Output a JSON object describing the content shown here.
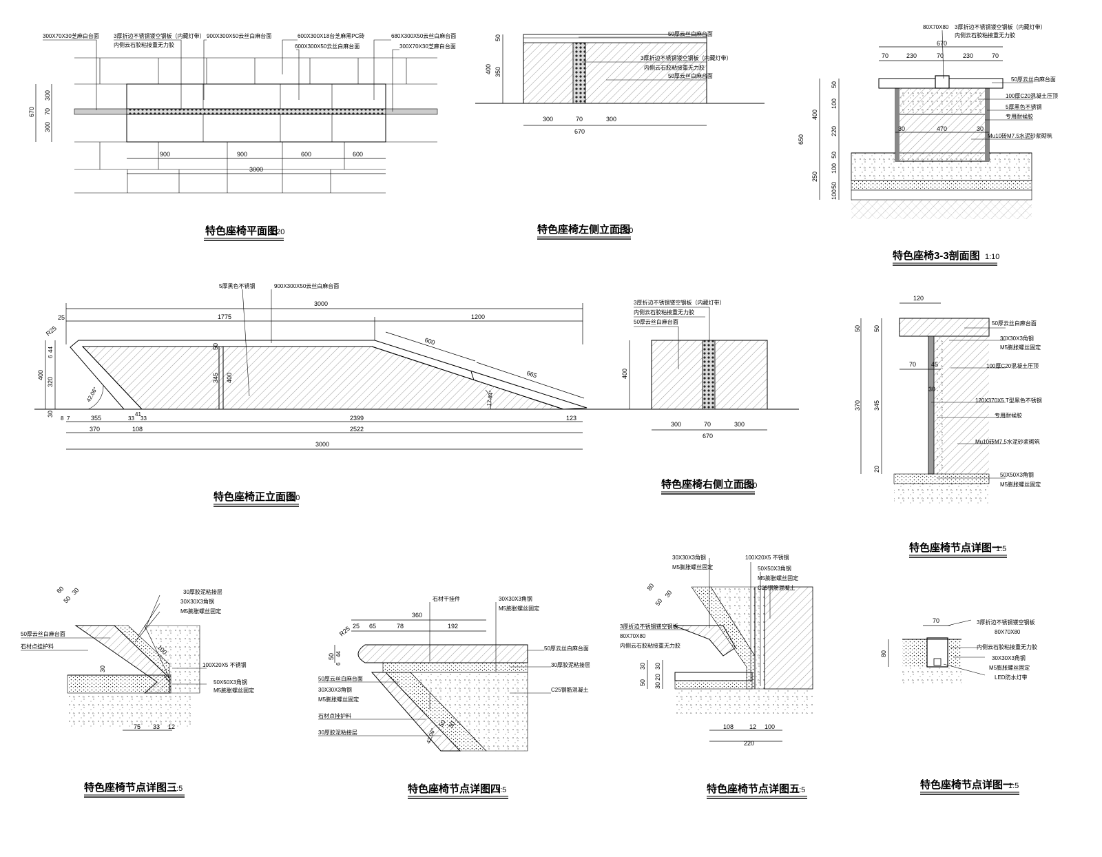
{
  "plan": {
    "title": "特色座椅平面图",
    "scale": "1:20",
    "labels": [
      "300X70X30芝麻白台面",
      "3厚折边不锈钢镂空钢板（内藏灯带）",
      "内侧云石胶粘接重无力胶",
      "900X300X50云丝白麻台面",
      "600X300X18台芝麻黑PC砖",
      "600X300X50云丝白麻台面",
      "680X300X50云丝白麻台面",
      "300X70X30芝麻白台面"
    ],
    "dims_h": [
      "900",
      "900",
      "600",
      "600",
      "3000"
    ],
    "dims_v": [
      "300",
      "70",
      "300",
      "670"
    ]
  },
  "left_elev": {
    "title": "特色座椅左侧立面图",
    "scale": "1:10",
    "labels": [
      "50厚云丝白麻台面",
      "3厚折边不锈钢镂空钢板（内藏灯带）",
      "内侧云石胶粘接重无力胶",
      "50厚云丝白麻台面"
    ],
    "dims_h": [
      "300",
      "70",
      "300",
      "670"
    ],
    "dims_v": [
      "50",
      "350",
      "400"
    ]
  },
  "section33": {
    "title": "特色座椅3-3剖面图",
    "scale": "1:10",
    "top_labels": [
      "80X70X80",
      "3厚折边不锈钢镂空钢板（内藏灯带）",
      "内侧云石胶粘接重无力胶"
    ],
    "dims_top": [
      "670",
      "70",
      "230",
      "70",
      "230",
      "70"
    ],
    "labels": [
      "50厚云丝白麻台面",
      "100厚C20混凝土压顶",
      "5厚黑色不锈钢",
      "专用耐候胶",
      "Mu10砖M7.5水泥砂浆砌筑"
    ],
    "dims_inner": [
      "30",
      "470",
      "30"
    ],
    "dims_v": [
      "50",
      "100",
      "400",
      "220",
      "50",
      "650",
      "100",
      "50",
      "250",
      "100"
    ]
  },
  "front_elev": {
    "title": "特色座椅正立面图",
    "scale": "1:10",
    "labels": [
      "5厚黑色不锈钢",
      "900X300X50云丝白麻台面"
    ],
    "dims_top": [
      "25",
      "3000",
      "1775",
      "1200"
    ],
    "dims_slope": [
      "600",
      "665"
    ],
    "angles": [
      "42.06°",
      "17.84°"
    ],
    "dims_left": [
      "R25",
      "44",
      "6",
      "400",
      "320",
      "30"
    ],
    "dims_mid": [
      "50",
      "345",
      "400"
    ],
    "dims_b1": [
      "8",
      "7",
      "355",
      "33",
      "41",
      "33",
      "2399",
      "123"
    ],
    "dims_b2": [
      "370",
      "108",
      "2522"
    ],
    "dims_b3": [
      "3000"
    ]
  },
  "right_elev": {
    "title": "特色座椅右侧立面图",
    "scale": "1:10",
    "labels": [
      "3厚折边不锈钢镂空钢板（内藏灯带）",
      "内侧云石胶粘接重无力胶",
      "50厚云丝白麻台面"
    ],
    "dims_h": [
      "300",
      "70",
      "300",
      "670"
    ],
    "dims_v": [
      "400"
    ]
  },
  "detail1": {
    "title": "特色座椅节点详图一",
    "scale": "1:5",
    "labels": [
      "50厚云丝白麻台面",
      "30X30X3角钢",
      "M5膨胀螺丝固定",
      "100厚C20混凝土压顶",
      "120X370X5 T型黑色不锈钢",
      "专用耐候胶",
      "Mu10砖M7.5水泥砂浆砌筑",
      "50X50X3角钢",
      "M5膨胀螺丝固定"
    ],
    "dims": [
      "120",
      "50",
      "50",
      "70",
      "45",
      "30",
      "370",
      "345",
      "20"
    ]
  },
  "detail3": {
    "title": "特色座椅节点详图三",
    "scale": "1:5",
    "labels": [
      "30厚胶泥粘接层",
      "30X30X3角钢",
      "M5膨胀螺丝固定",
      "50厚云丝白麻台面",
      "石材点挂护料",
      "100X20X5 不锈钢",
      "50X50X3角钢",
      "M5膨胀螺丝固定"
    ],
    "dims": [
      "80",
      "50",
      "30",
      "100",
      "30",
      "75",
      "33",
      "12"
    ]
  },
  "detail4": {
    "title": "特色座椅节点详图四",
    "scale": "1:5",
    "labels": [
      "石材干挂件",
      "30X30X3角钢",
      "M5膨胀螺丝固定",
      "50厚云丝白麻台面",
      "30厚胶泥粘接层",
      "50厚云丝白麻台面",
      "30X30X3角钢",
      "M5膨胀螺丝固定",
      "石材点挂护料",
      "30厚胶泥粘接层",
      "C25钢筋混凝土"
    ],
    "dims": [
      "360",
      "R25",
      "25",
      "65",
      "78",
      "192",
      "50",
      "44",
      "6",
      "50",
      "30",
      "42.06°"
    ]
  },
  "detail5": {
    "title": "特色座椅节点详图五",
    "scale": "1:5",
    "labels": [
      "30X30X3角钢",
      "M5膨胀螺丝固定",
      "100X20X5 不锈钢",
      "50X50X3角钢",
      "M5膨胀螺丝固定",
      "C25钢筋混凝土",
      "3厚折边不锈钢镂空钢板",
      "80X70X80",
      "内侧云石胶粘接重无力胶"
    ],
    "dims": [
      "80",
      "50",
      "30",
      "30",
      "30",
      "50",
      "20",
      "30",
      "108",
      "12",
      "100",
      "220"
    ]
  },
  "detail6": {
    "title": "特色座椅节点详图一",
    "scale": "1:5",
    "labels": [
      "3厚折边不锈钢镂空钢板",
      "80X70X80",
      "内侧云石胶粘接重无力胶",
      "30X30X3角钢",
      "M5膨胀螺丝固定",
      "LED防水灯带"
    ],
    "dims": [
      "70",
      "80"
    ]
  }
}
